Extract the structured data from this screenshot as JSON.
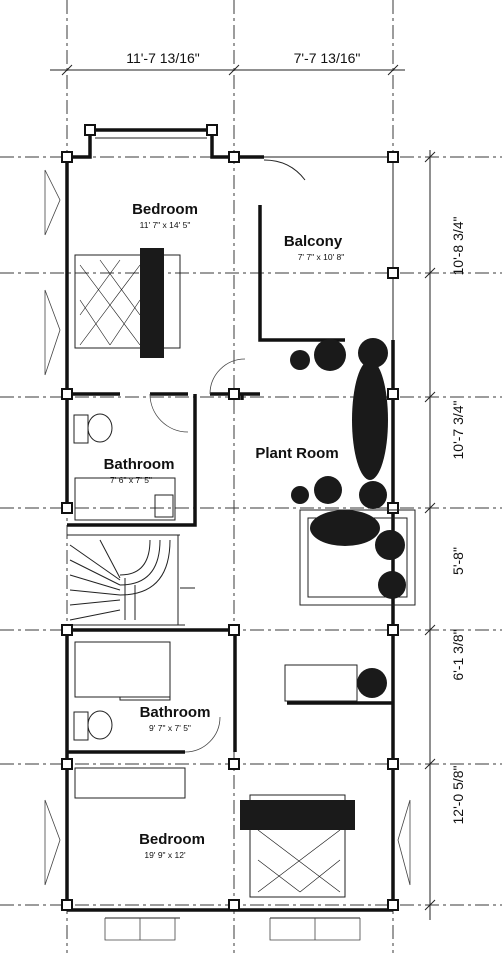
{
  "dimensions": {
    "top": [
      "11'-7 13/16\"",
      "7'-7 13/16\""
    ],
    "right": [
      "10'-8 3/4\"",
      "10'-7 3/4\"",
      "5'-8\"",
      "6'-1 3/8\"",
      "12'-0 5/8\""
    ]
  },
  "rooms": {
    "bedroom_top": {
      "name": "Bedroom",
      "size": "11' 7\" x 14' 5\""
    },
    "balcony": {
      "name": "Balcony",
      "size": "7' 7\" x 10' 8\""
    },
    "plant_room": {
      "name": "Plant Room"
    },
    "bathroom_top": {
      "name": "Bathroom",
      "size": "7' 6\" x 7' 5\""
    },
    "bathroom_bottom": {
      "name": "Bathroom",
      "size": "9' 7\" x 7' 5\""
    },
    "bedroom_bottom": {
      "name": "Bedroom",
      "size": "19' 9\" x 12'"
    }
  }
}
